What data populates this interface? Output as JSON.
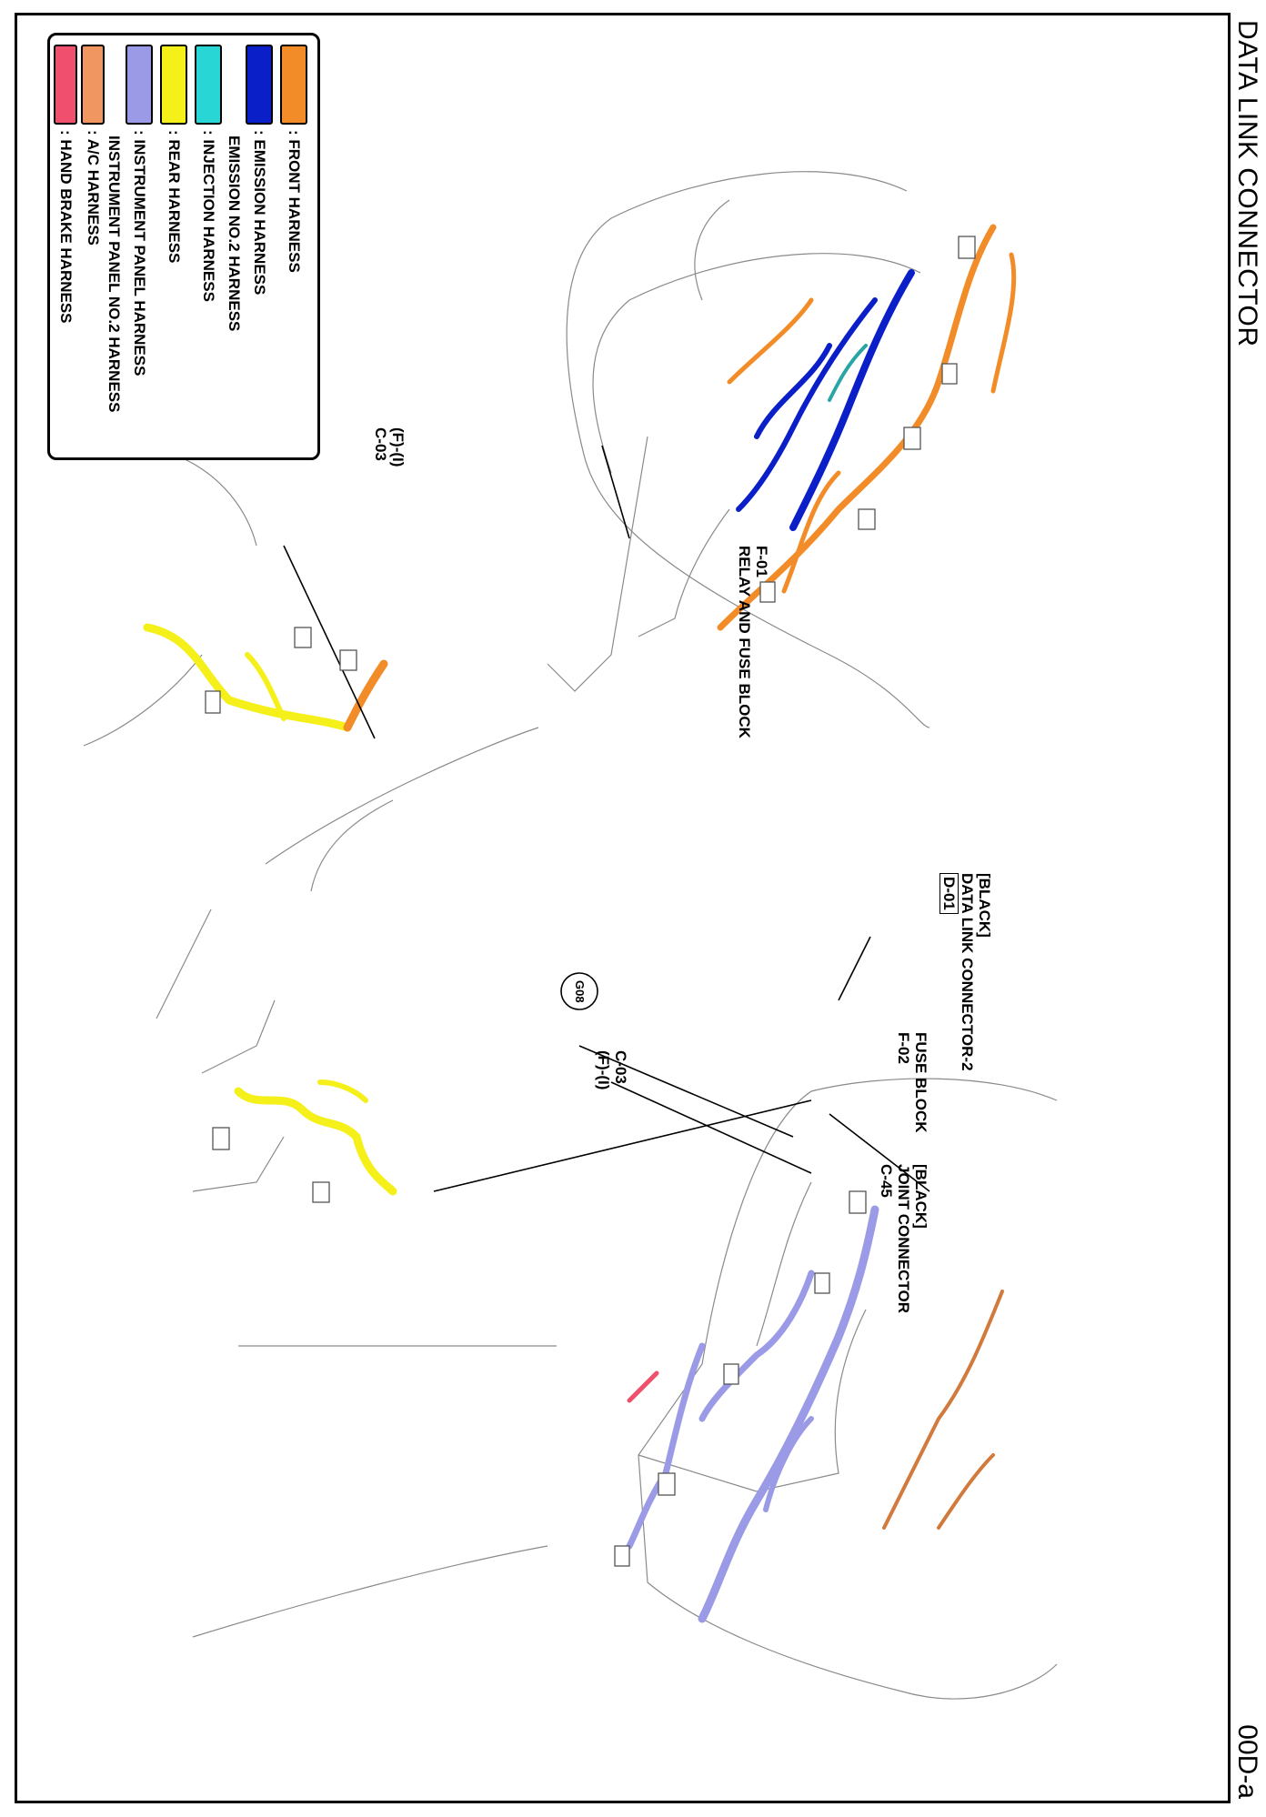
{
  "header": {
    "title": "DATA LINK CONNECTOR",
    "page_code": "00D-a"
  },
  "callouts": {
    "relay_fuse": {
      "code": "F-01",
      "name": "RELAY AND FUSE BLOCK"
    },
    "c03_left": {
      "line1": "(F)-(I)",
      "line2": "C-03"
    },
    "dlc": {
      "line1": "[BLACK]",
      "line2": "DATA LINK CONNECTOR-2",
      "code": "D-01"
    },
    "fuse_block": {
      "line1": "FUSE BLOCK",
      "line2": "F-02"
    },
    "joint": {
      "line1": "[BLACK]",
      "line2": "JOINT CONNECTOR",
      "line3": "C-45"
    },
    "c03_right": {
      "line1": "C-03",
      "line2": "(F)-(I)"
    },
    "ground": {
      "label": "G08"
    }
  },
  "legend": {
    "items": [
      {
        "label": ": FRONT HARNESS",
        "color": "#f28c28"
      },
      {
        "label": ": EMISSION HARNESS",
        "sub": "EMISSION NO.2 HARNESS",
        "color": "#0a1fc8"
      },
      {
        "label": ": INJECTION HARNESS",
        "color": "#29d6d6"
      },
      {
        "label": ": REAR HARNESS",
        "color": "#f5ef1a"
      },
      {
        "label": ": INSTRUMENT PANEL HARNESS",
        "sub": "INSTRUMENT PANEL NO.2 HARNESS",
        "color": "#9a9ae6"
      },
      {
        "label": ": A/C HARNESS",
        "color": "#f09660"
      },
      {
        "label": ": HAND BRAKE HARNESS",
        "color": "#f0506e"
      }
    ]
  }
}
